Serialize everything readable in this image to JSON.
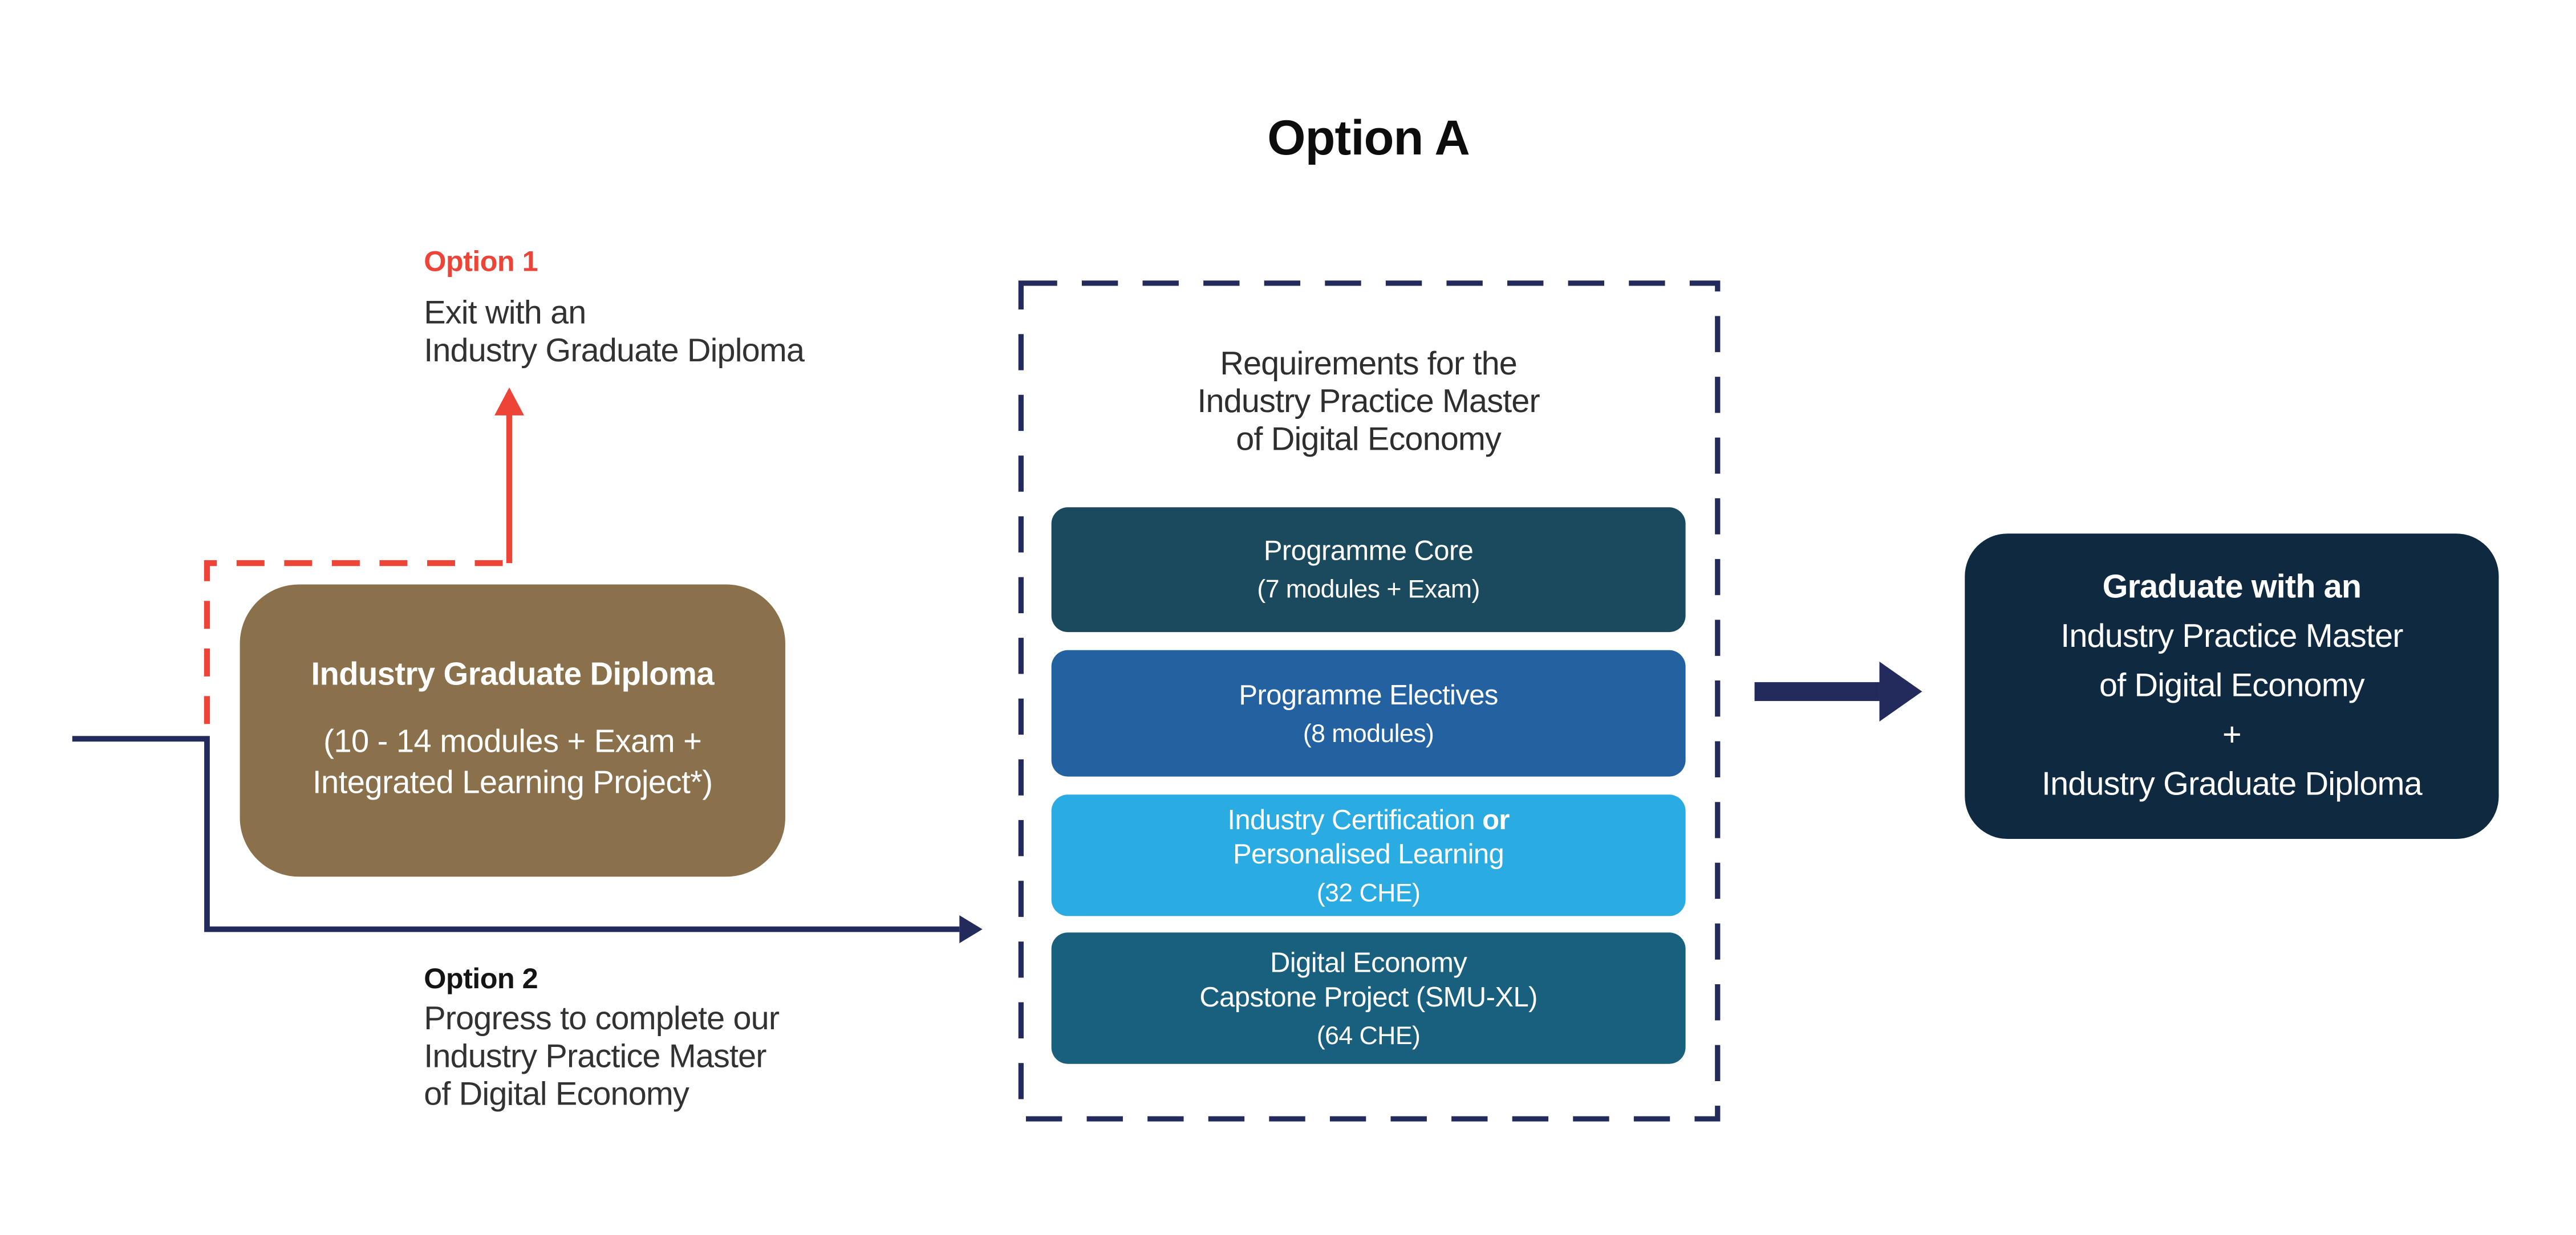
{
  "title": "Option A",
  "option1": {
    "label": "Option 1",
    "line1": "Exit with an",
    "line2": "Industry Graduate Diploma"
  },
  "diploma_box": {
    "title": "Industry Graduate Diploma",
    "detail1": "(10 - 14 modules + Exam +",
    "detail2": "Integrated Learning Project*)"
  },
  "requirements": {
    "heading1": "Requirements for the",
    "heading2": "Industry Practice Master",
    "heading3": "of Digital Economy",
    "modules": [
      {
        "line1": "Programme Core",
        "sub": "(7 modules + Exam)",
        "color": "#1b4a5f"
      },
      {
        "line1": "Programme Electives",
        "sub": "(8 modules)",
        "color": "#2361a0"
      },
      {
        "line1a": "Industry Certification ",
        "line1b": "or",
        "line2": "Personalised Learning",
        "sub": "(32 CHE)",
        "color": "#2aabe2"
      },
      {
        "line1": "Digital Economy",
        "line2": "Capstone Project (SMU-XL)",
        "sub": "(64 CHE)",
        "color": "#19607f"
      }
    ]
  },
  "option2": {
    "label": "Option 2",
    "line1": "Progress to complete our",
    "line2": "Industry Practice Master",
    "line3": "of Digital Economy"
  },
  "final_box": {
    "title": "Graduate with an",
    "line1": "Industry Practice Master",
    "line2": "of Digital Economy",
    "plus": "+",
    "line3": "Industry Graduate Diploma"
  },
  "colors": {
    "accent_red": "#ee4438",
    "navy_line": "#232a5c",
    "diploma_brown": "#8a714b",
    "programme_core": "#1b4a5f",
    "programme_electives": "#2361a0",
    "industry_certification": "#2aabe2",
    "capstone": "#19607f",
    "graduate_box": "#0e2940"
  }
}
